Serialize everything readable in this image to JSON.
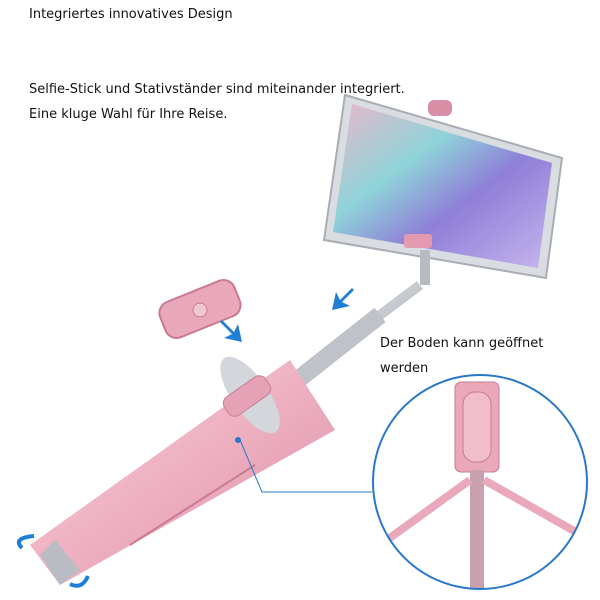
{
  "heading": "Integriertes innovatives Design",
  "description": {
    "line1": "Selfie-Stick und Stativständer sind miteinander integriert.",
    "line2": "Eine kluge Wahl für Ihre Reise."
  },
  "callout": {
    "line1": "Der Boden kann geöffnet",
    "line2": "werden"
  },
  "colors": {
    "pink": "#e9a9bb",
    "pink_dark": "#c97a91",
    "arrow_blue": "#1f7fd6",
    "circle_blue": "#2a78c8",
    "chrome": "#c9cdd3"
  }
}
